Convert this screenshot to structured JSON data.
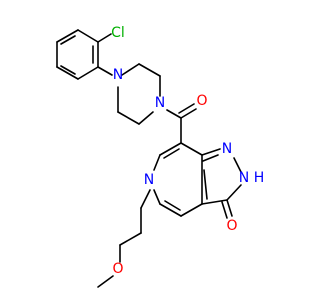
{
  "molecule": {
    "atom_labels": {
      "cl": "Cl",
      "n_aryl": "N",
      "n_amide": "N",
      "o_carbonyl": "O",
      "n_pyrazole": "N",
      "nh_pyrazole": "N",
      "h_pyrazole": "H",
      "n_pyridine": "N",
      "o_oxo": "O",
      "o_ether": "O"
    },
    "colors": {
      "bond": "#000000",
      "nitrogen": "#0000ff",
      "oxygen": "#ff0000",
      "chlorine": "#00b000"
    }
  }
}
